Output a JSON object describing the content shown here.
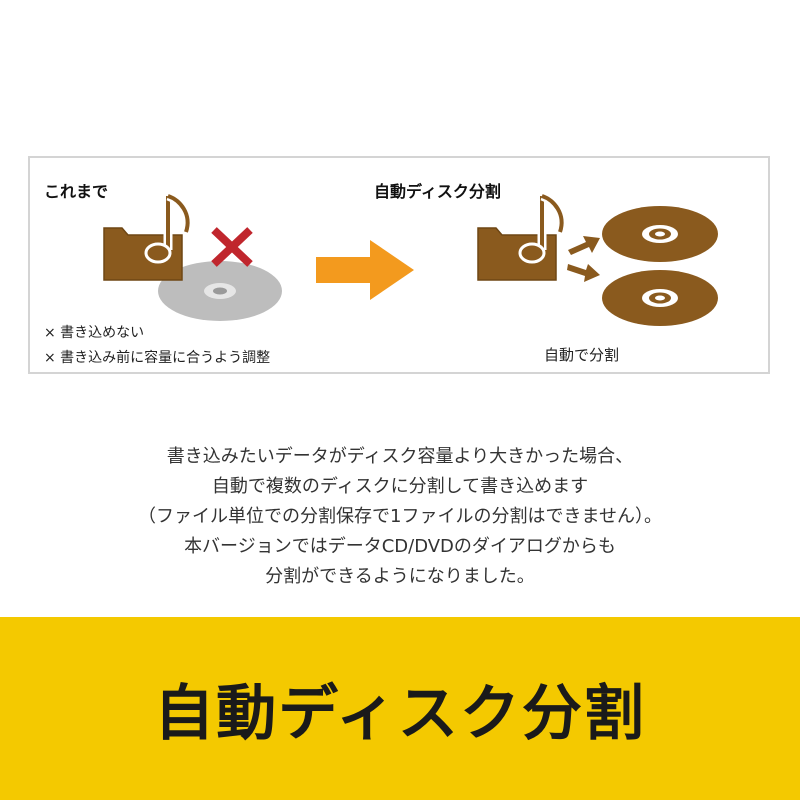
{
  "diagram": {
    "before": {
      "heading": "これまで",
      "notes": [
        "× 書き込めない",
        "× 書き込み前に容量に合うよう調整"
      ]
    },
    "after": {
      "heading": "自動ディスク分割",
      "caption": "自動で分割"
    },
    "icons": [
      "folder-icon",
      "music-note-icon",
      "disc-icon",
      "x-mark-icon",
      "right-arrow-icon",
      "split-arrows-icon"
    ],
    "colors": {
      "brown": "#8a5a1e",
      "red_x": "#c0262d",
      "orange_arrow": "#f39a1e",
      "gray_disc": "#bdbdbd"
    }
  },
  "description": {
    "lines": [
      "書き込みたいデータがディスク容量より大きかった場合、",
      "自動で複数のディスクに分割して書き込めます",
      "（ファイル単位での分割保存で1ファイルの分割はできません）。",
      "本バージョンではデータCD/DVDのダイアログからも",
      "分割ができるようになりました。"
    ]
  },
  "banner": {
    "title": "自動ディスク分割",
    "background_color": "#f4c900"
  }
}
